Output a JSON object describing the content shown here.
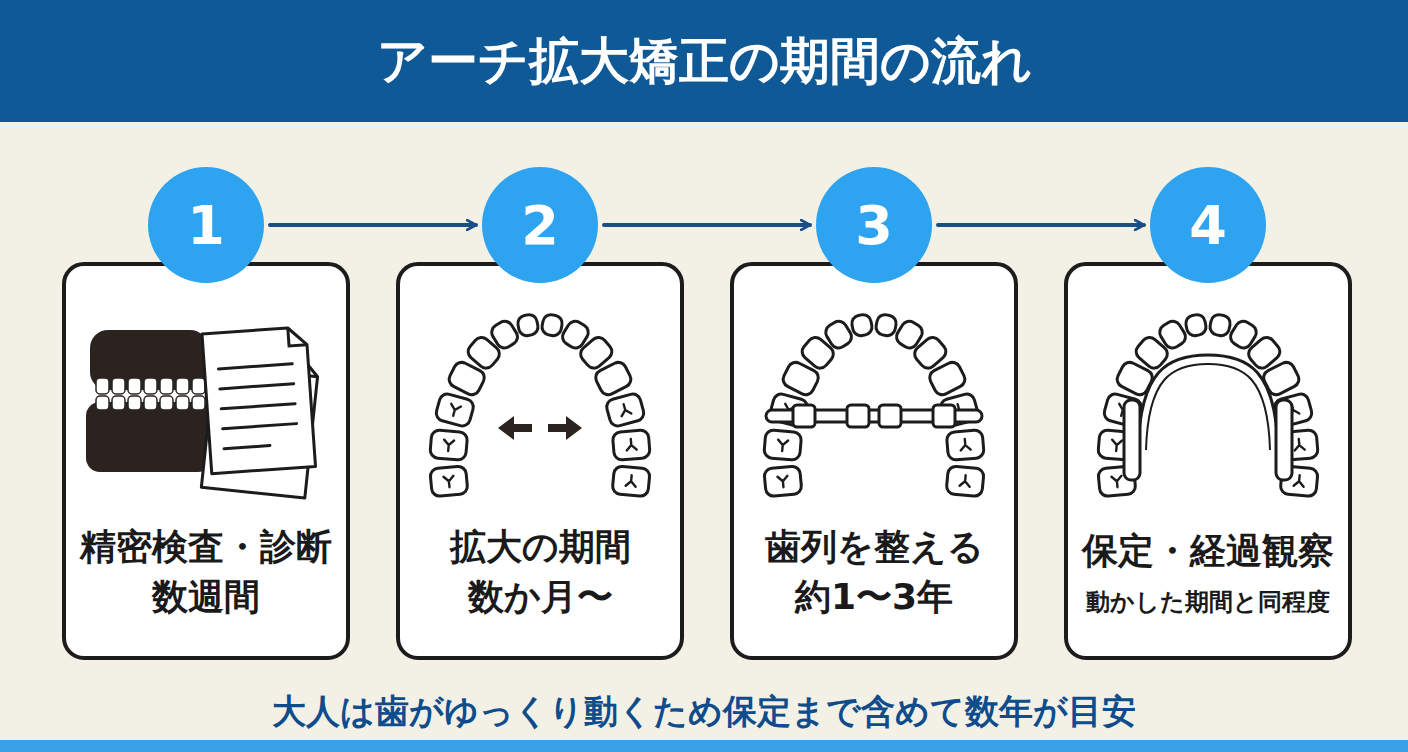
{
  "diagram": {
    "title": "アーチ拡大矯正の期間の流れ",
    "caption": "大人は歯がゆっくり動くため保定まで含めて数年が目安",
    "nodes": [
      {
        "text": [
          "1"
        ]
      },
      {
        "text": [
          "精密検査・診断",
          "数週間"
        ]
      },
      {
        "text": [
          "2"
        ]
      },
      {
        "text": [
          "拡大の期間",
          "数か月〜"
        ]
      },
      {
        "text": [
          "3"
        ]
      },
      {
        "text": [
          "歯列を整える",
          "約1〜3年"
        ]
      },
      {
        "text": [
          "4"
        ]
      },
      {
        "text": [
          "保定・経過観察",
          "動かした期間と同程度"
        ]
      }
    ],
    "edges": [
      {
        "from": 0,
        "to": 2,
        "arrow": "to"
      },
      {
        "from": 2,
        "to": 4,
        "arrow": "to"
      },
      {
        "from": 4,
        "to": 6,
        "arrow": "to"
      }
    ]
  }
}
